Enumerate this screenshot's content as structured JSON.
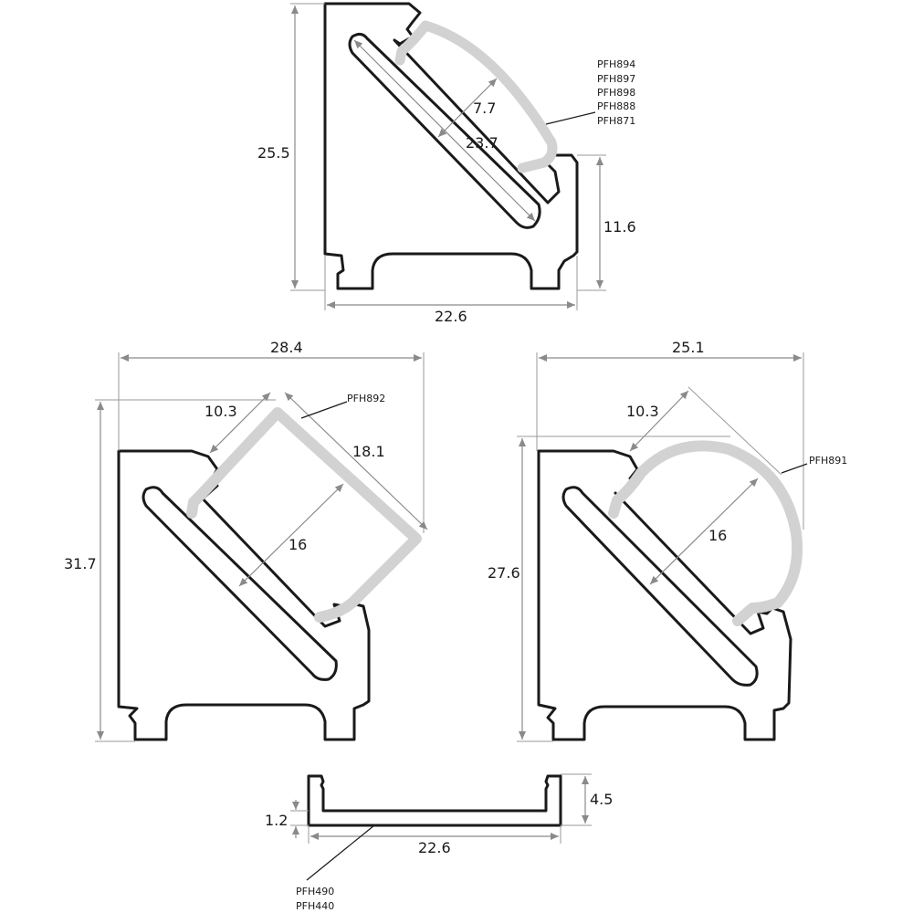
{
  "colors": {
    "outline": "#1a1a1a",
    "diffuser": "#d2d2d2",
    "dimension": "#8a8a8a",
    "background": "#ffffff"
  },
  "profiles": {
    "top": {
      "height_total": "25.5",
      "height_side": "11.6",
      "width": "22.6",
      "diffuser_offset": "7.7",
      "led_width": "23.7",
      "codes": [
        "PFH894",
        "PFH897",
        "PFH898",
        "PFH888",
        "PFH871"
      ]
    },
    "left": {
      "width_total": "28.4",
      "height_total": "31.7",
      "diffuser_short": "10.3",
      "diffuser_long": "18.1",
      "led_width": "16",
      "code": "PFH892"
    },
    "right": {
      "width_total": "25.1",
      "height_total": "27.6",
      "diffuser_short": "10.3",
      "led_width": "16",
      "code": "PFH891"
    },
    "bottom": {
      "height": "4.5",
      "thickness": "1.2",
      "width": "22.6",
      "codes": [
        "PFH490",
        "PFH440"
      ]
    }
  }
}
